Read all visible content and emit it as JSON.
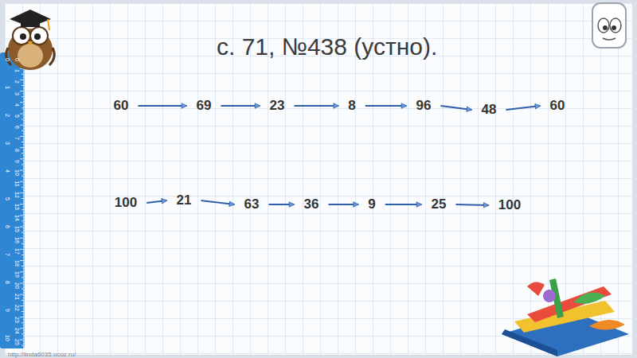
{
  "diagram": {
    "title": "с. 71, №438 (устно).",
    "nodes": [
      {
        "text": [
          "60"
        ]
      },
      {
        "text": [
          "69"
        ]
      },
      {
        "text": [
          "23"
        ]
      },
      {
        "text": [
          "8"
        ]
      },
      {
        "text": [
          "96"
        ]
      },
      {
        "text": [
          "48"
        ]
      },
      {
        "text": [
          "60"
        ]
      },
      {
        "text": [
          "100"
        ]
      },
      {
        "text": [
          "21"
        ]
      },
      {
        "text": [
          "63"
        ]
      },
      {
        "text": [
          "36"
        ]
      },
      {
        "text": [
          "9"
        ]
      },
      {
        "text": [
          "25"
        ]
      },
      {
        "text": [
          "100"
        ]
      }
    ],
    "edges": [
      {
        "from": 0,
        "to": 1,
        "arrow": "to"
      },
      {
        "from": 1,
        "to": 2,
        "arrow": "to"
      },
      {
        "from": 2,
        "to": 3,
        "arrow": "to"
      },
      {
        "from": 3,
        "to": 4,
        "arrow": "to"
      },
      {
        "from": 4,
        "to": 5,
        "arrow": "to"
      },
      {
        "from": 5,
        "to": 6,
        "arrow": "to"
      },
      {
        "from": 7,
        "to": 8,
        "arrow": "to"
      },
      {
        "from": 8,
        "to": 9,
        "arrow": "to"
      },
      {
        "from": 9,
        "to": 10,
        "arrow": "to"
      },
      {
        "from": 10,
        "to": 11,
        "arrow": "to"
      },
      {
        "from": 11,
        "to": 12,
        "arrow": "to"
      },
      {
        "from": 12,
        "to": 13,
        "arrow": "to"
      }
    ],
    "labels": [
      "0",
      "1",
      "2",
      "3",
      "4",
      "5",
      "6",
      "7",
      "8",
      "9",
      "10",
      "0",
      "1",
      "2",
      "3",
      "4",
      "5",
      "6",
      "7",
      "8",
      "9",
      "10",
      "11",
      "12",
      "13",
      "14",
      "15",
      "16",
      "17",
      "18",
      "19",
      "20",
      "21",
      "22",
      "23",
      "24",
      "25",
      "http://linda6035.ucoz.ru/"
    ]
  }
}
